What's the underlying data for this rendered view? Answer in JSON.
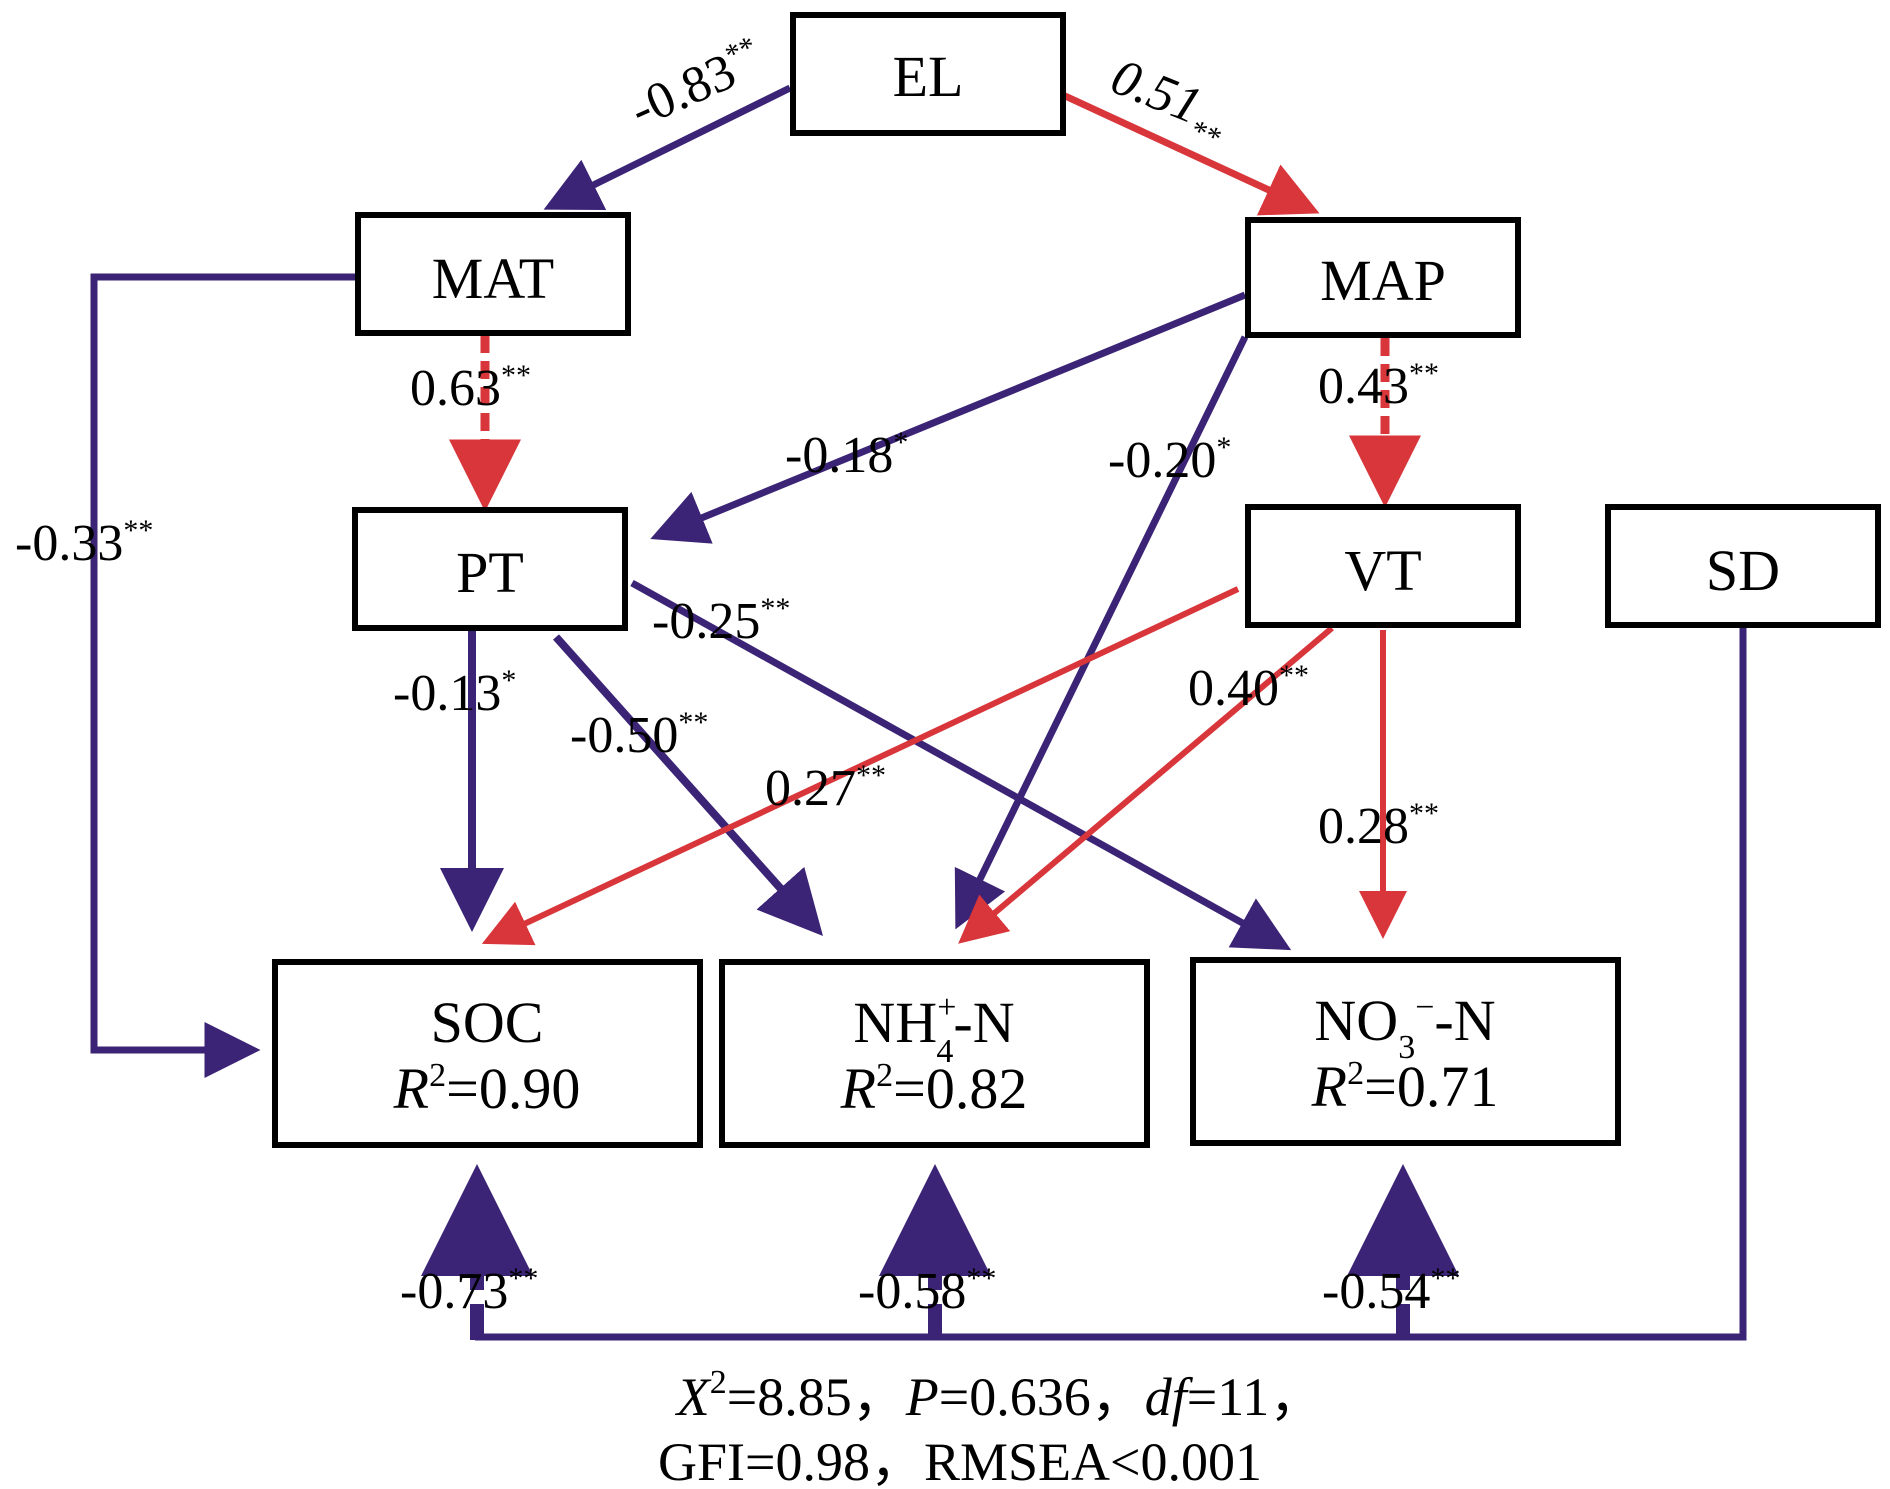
{
  "colors": {
    "negative": "#3b2376",
    "positive": "#d8363a",
    "box": "#000000"
  },
  "nodes": {
    "el": {
      "label": "EL"
    },
    "mat": {
      "label": "MAT"
    },
    "map": {
      "label": "MAP"
    },
    "pt": {
      "label": "PT"
    },
    "vt": {
      "label": "VT"
    },
    "sd": {
      "label": "SD"
    },
    "soc": {
      "label": "SOC",
      "r2_label": "R",
      "r2_sup": "2",
      "r2_value": "=0.90"
    },
    "nh4": {
      "label_main": "NH",
      "label_sup": "+",
      "label_sub": "4",
      "label_tail": "-N",
      "r2_label": "R",
      "r2_sup": "2",
      "r2_value": "=0.82"
    },
    "no3": {
      "label_main": "NO",
      "label_sub": "3",
      "label_sup": "−",
      "label_tail": "-N",
      "r2_label": "R",
      "r2_sup": "2",
      "r2_value": "=0.71"
    }
  },
  "paths": [
    {
      "id": "el-mat",
      "value": "-0.83",
      "sig": "**",
      "sign": "negative"
    },
    {
      "id": "el-map",
      "value": "0.51",
      "sig": "**",
      "sign": "positive"
    },
    {
      "id": "mat-pt",
      "value": "0.63",
      "sig": "**",
      "sign": "positive"
    },
    {
      "id": "mat-soc",
      "value": "-0.33",
      "sig": "**",
      "sign": "negative"
    },
    {
      "id": "map-pt",
      "value": "-0.18",
      "sig": "*",
      "sign": "negative"
    },
    {
      "id": "map-nh4",
      "value": "-0.20",
      "sig": "*",
      "sign": "negative"
    },
    {
      "id": "map-vt",
      "value": "0.43",
      "sig": "**",
      "sign": "positive"
    },
    {
      "id": "pt-soc",
      "value": "-0.13",
      "sig": "*",
      "sign": "negative"
    },
    {
      "id": "pt-nh4",
      "value": "-0.50",
      "sig": "**",
      "sign": "negative"
    },
    {
      "id": "pt-no3",
      "value": "-0.25",
      "sig": "**",
      "sign": "negative"
    },
    {
      "id": "vt-soc",
      "value": "0.27",
      "sig": "**",
      "sign": "positive"
    },
    {
      "id": "vt-nh4",
      "value": "0.40",
      "sig": "**",
      "sign": "positive"
    },
    {
      "id": "vt-no3",
      "value": "0.28",
      "sig": "**",
      "sign": "positive"
    },
    {
      "id": "sd-soc",
      "value": "-0.73",
      "sig": "**",
      "sign": "negative"
    },
    {
      "id": "sd-nh4",
      "value": "-0.58",
      "sig": "**",
      "sign": "negative"
    },
    {
      "id": "sd-no3",
      "value": "-0.54",
      "sig": "**",
      "sign": "negative"
    }
  ],
  "fit": {
    "chi_label": "X",
    "chi_sup": "2",
    "chi_value": "=8.85，",
    "p_label": "P",
    "p_value": "=0.636，",
    "df_label": "df",
    "df_value": "=11，",
    "gfi": "GFI=0.98，",
    "rmsea": "RMSEA<0.001"
  }
}
